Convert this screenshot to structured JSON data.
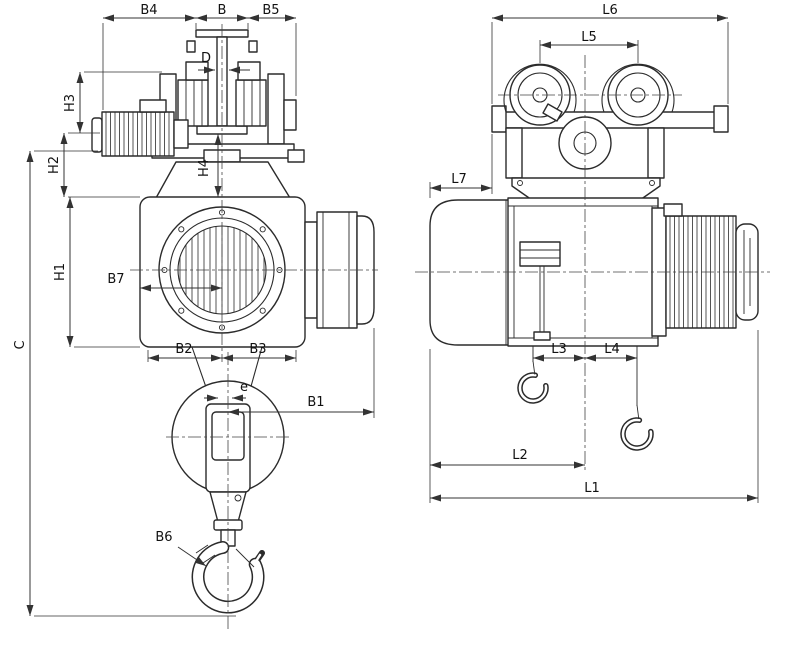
{
  "drawing": {
    "background": "#ffffff",
    "line_color": "#2b2b2b",
    "dimension_color": "#333333"
  },
  "labels": {
    "front": {
      "B4": "B4",
      "B": "B",
      "B5": "B5",
      "D": "D",
      "H3": "H3",
      "H2": "H2",
      "H1": "H1",
      "H4": "H4",
      "B7": "B7",
      "B2": "B2",
      "B3": "B3",
      "e": "e",
      "B1": "B1",
      "B6": "B6",
      "C": "C"
    },
    "side": {
      "L6": "L6",
      "L5": "L5",
      "L7": "L7",
      "L3": "L3",
      "L4": "L4",
      "L2": "L2",
      "L1": "L1"
    }
  }
}
